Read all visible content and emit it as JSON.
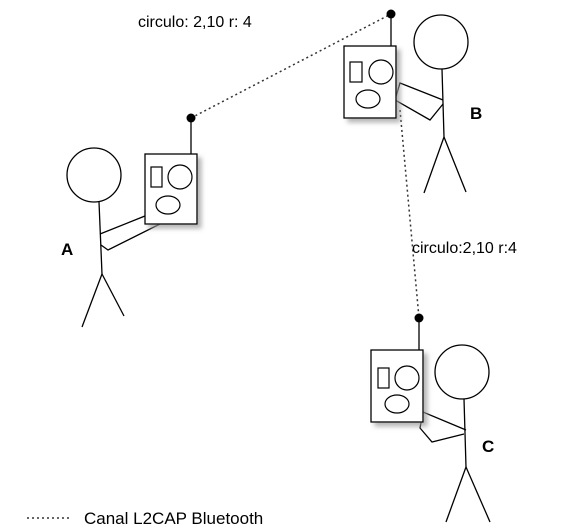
{
  "people": [
    {
      "label": "A"
    },
    {
      "label": "B"
    },
    {
      "label": "C"
    }
  ],
  "messages": {
    "a_to_b": "circulo: 2,10 r: 4",
    "b_to_c": "circulo:2,10 r:4"
  },
  "legend": {
    "label": "Canal L2CAP Bluetooth"
  },
  "colors": {
    "stroke": "#000000",
    "device_fill": "#ffffff",
    "shadow": "#bbbbbb"
  }
}
